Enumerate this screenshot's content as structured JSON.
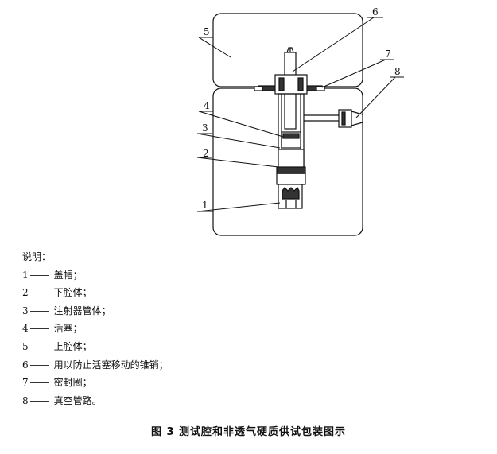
{
  "diagram": {
    "callouts": [
      "1",
      "2",
      "3",
      "4",
      "5",
      "6",
      "7",
      "8"
    ]
  },
  "legend": {
    "heading": "说明：",
    "items": [
      {
        "num": "1",
        "text": "盖帽；"
      },
      {
        "num": "2",
        "text": "下腔体；"
      },
      {
        "num": "3",
        "text": "注射器管体；"
      },
      {
        "num": "4",
        "text": "活塞；"
      },
      {
        "num": "5",
        "text": "上腔体；"
      },
      {
        "num": "6",
        "text": "用以防止活塞移动的锥销；"
      },
      {
        "num": "7",
        "text": "密封圈；"
      },
      {
        "num": "8",
        "text": "真空管路。"
      }
    ]
  },
  "caption": "图 3  测试腔和非透气硬质供试包装图示"
}
